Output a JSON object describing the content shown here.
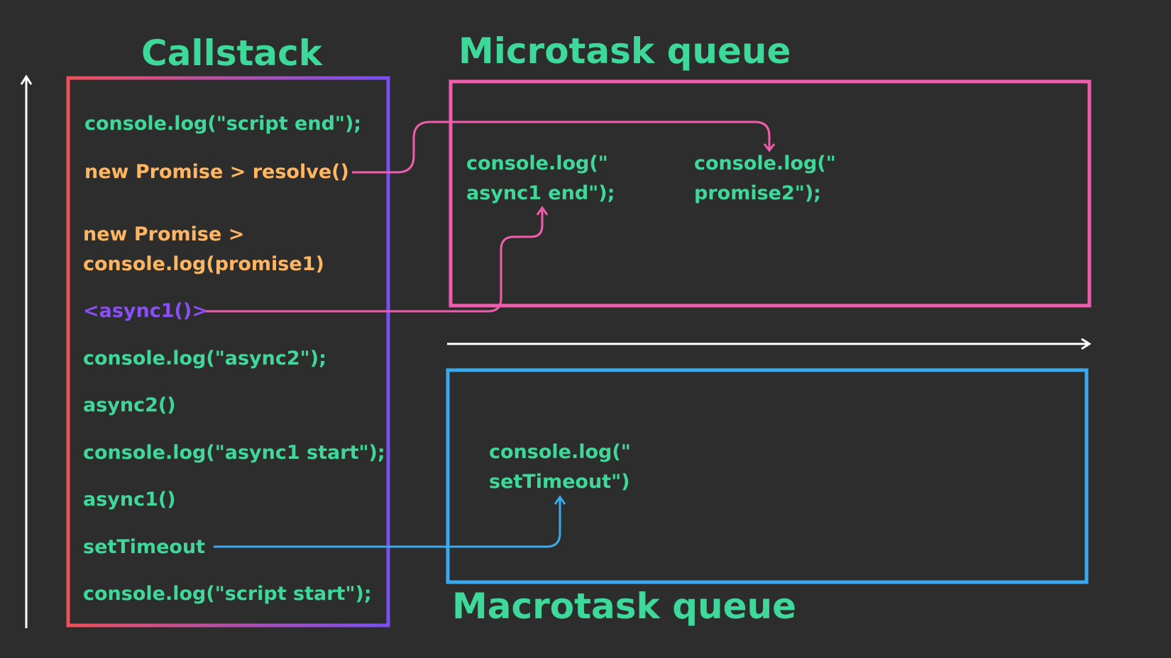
{
  "titles": {
    "callstack": "Callstack",
    "microtask": "Microtask queue",
    "macrotask": "Macrotask queue"
  },
  "callstack": {
    "items": [
      {
        "text": "console.log(\"script end\");",
        "color": "green"
      },
      {
        "text": "new Promise > resolve()",
        "color": "orange"
      },
      {
        "line1": "new Promise >",
        "line2": "console.log(promise1)",
        "color": "orange"
      },
      {
        "text": "<async1()>",
        "color": "purple"
      },
      {
        "text": "console.log(\"async2\");",
        "color": "green"
      },
      {
        "text": "async2()",
        "color": "green"
      },
      {
        "text": "console.log(\"async1 start\");",
        "color": "green"
      },
      {
        "text": "async1()",
        "color": "green"
      },
      {
        "text": "setTimeout",
        "color": "green"
      },
      {
        "text": "console.log(\"script start\");",
        "color": "green"
      }
    ]
  },
  "microtask": {
    "items": [
      {
        "line1": "console.log(\"",
        "line2": "async1 end\");"
      },
      {
        "line1": "console.log(\"",
        "line2": "promise2\");"
      }
    ]
  },
  "macrotask": {
    "items": [
      {
        "line1": "console.log(\"",
        "line2": "setTimeout\")"
      }
    ]
  },
  "colors": {
    "background": "#2d2d2d",
    "text_green": "#3ed99a",
    "text_orange": "#ffb562",
    "text_purple": "#8a4ff7",
    "callstack_gradient_start": "#f0505a",
    "callstack_gradient_end": "#7a4ff7",
    "microtask_border": "#f25cae",
    "macrotask_border": "#39a9f0",
    "arrow_white": "#ffffff"
  }
}
